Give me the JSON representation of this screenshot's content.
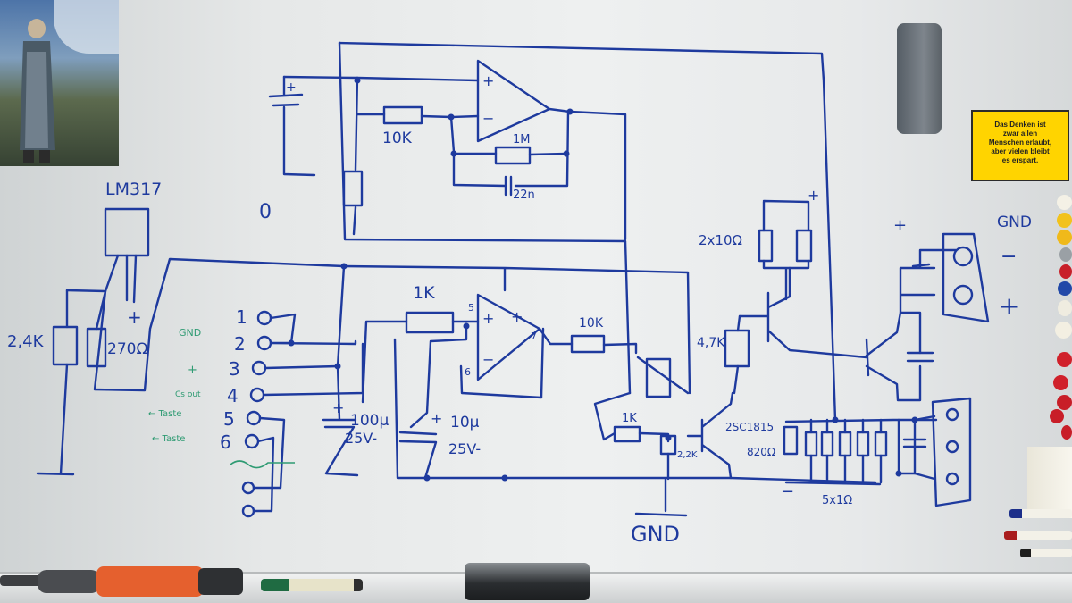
{
  "note": {
    "lines": [
      "Das Denken ist",
      "zwar allen",
      "Menschen erlaubt,",
      "aber vielen bleibt",
      "es erspart."
    ],
    "color": "#ffd400"
  },
  "labels": {
    "lm317": "LM317",
    "r_2k4": "2,4K",
    "r_270": "270Ω",
    "zero": "0",
    "r_10k_top": "10K",
    "r_1m": "1M",
    "c_22n": "22n",
    "r_1k_mid": "1K",
    "c_100u": "100µ",
    "v_25_a": "25V-",
    "c_10u": "10µ",
    "v_25_b": "25V-",
    "r_10k_mid": "10K",
    "r_1k_low": "1K",
    "r_2k2": "2,2K",
    "r_2x10": "2x10Ω",
    "r_4k7": "4,7K",
    "transistor": "2SC1815",
    "r_820": "820Ω",
    "r_5x1": "5x1Ω",
    "gnd_bottom": "GND",
    "gnd_right": "GND",
    "plus_a": "+",
    "plus_b": "+",
    "plus_c": "+",
    "plus_d": "+",
    "minus_a": "−",
    "minus_b": "−",
    "opamp_pin_5": "5",
    "opamp_pin_6": "6",
    "opamp_pin_7": "7"
  },
  "connector_pins": [
    {
      "number": "1",
      "note": ""
    },
    {
      "number": "2",
      "note": "GND"
    },
    {
      "number": "3",
      "note": "+"
    },
    {
      "number": "4",
      "note": "Cs out"
    },
    {
      "number": "5",
      "note": "← Taste"
    },
    {
      "number": "6",
      "note": "← Taste"
    }
  ],
  "colors": {
    "ink_blue": "#1e3a9e",
    "ink_green": "#2f9b73",
    "sticky_note": "#ffd400",
    "board": "#eef0f0"
  }
}
